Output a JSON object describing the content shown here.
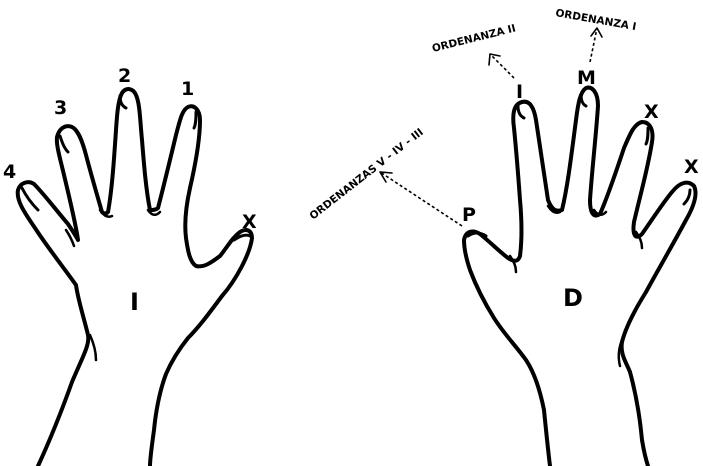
{
  "left_hand": {
    "palm_label": "I",
    "finger_labels": {
      "index": "1",
      "middle": "2",
      "ring": "3",
      "little": "4",
      "thumb": "X"
    }
  },
  "right_hand": {
    "palm_label": "D",
    "finger_labels": {
      "thumb": "P",
      "index": "I",
      "middle": "M",
      "ring": "X",
      "little": "X"
    }
  },
  "annotations": {
    "thumb_arrow_label": "ORDENANZAS V - IV - III",
    "index_arrow_label": "ORDENANZA II",
    "middle_arrow_label": "ORDENANZA I"
  },
  "colors": {
    "ink": "#000000",
    "background": "#ffffff"
  }
}
